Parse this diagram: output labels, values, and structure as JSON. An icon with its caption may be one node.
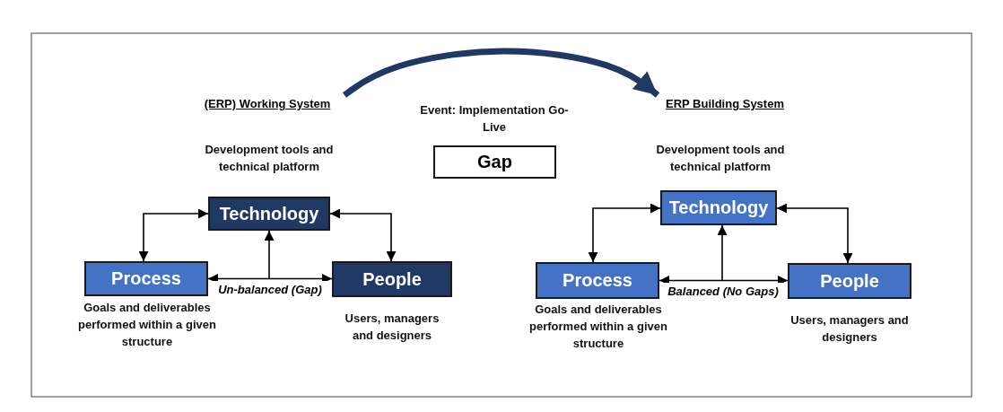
{
  "diagram": {
    "nodes": [
      {
        "text": [
          "(ERP) Working System"
        ]
      },
      {
        "text": [
          "ERP Building System"
        ]
      },
      {
        "text": [
          "Gap"
        ],
        "beside": [
          "Event: Implementation Go-Live"
        ]
      },
      {
        "text": [
          "Technology"
        ],
        "beside": [
          "Development tools and technical platform"
        ]
      },
      {
        "text": [
          "Process"
        ],
        "beside": [
          "Goals and deliverables performed within a given structure"
        ]
      },
      {
        "text": [
          "People"
        ],
        "beside": [
          "Users, managers and designers"
        ]
      },
      {
        "text": [
          "Technology"
        ],
        "beside": [
          "Development tools and technical platform"
        ]
      },
      {
        "text": [
          "Process"
        ],
        "beside": [
          "Goals and deliverables performed within a given structure"
        ]
      },
      {
        "text": [
          "People"
        ],
        "beside": [
          "Users, managers and designers"
        ]
      }
    ],
    "edges": [
      {
        "from": 0,
        "to": 1,
        "arrow": "to",
        "style": "thick",
        "color": "#203864"
      },
      {
        "from": 4,
        "to": 3,
        "arrow": "both"
      },
      {
        "from": 3,
        "to": 5,
        "arrow": "both"
      },
      {
        "from": 4,
        "to": 5,
        "arrow": "both",
        "label": "Un-balanced (Gap)"
      },
      {
        "from": null,
        "to": 3,
        "arrow": "to"
      },
      {
        "from": 7,
        "to": 6,
        "arrow": "both"
      },
      {
        "from": 6,
        "to": 8,
        "arrow": "both"
      },
      {
        "from": 7,
        "to": 8,
        "arrow": "both",
        "label": "Balanced (No Gaps)"
      },
      {
        "from": null,
        "to": 6,
        "arrow": "to"
      }
    ]
  }
}
